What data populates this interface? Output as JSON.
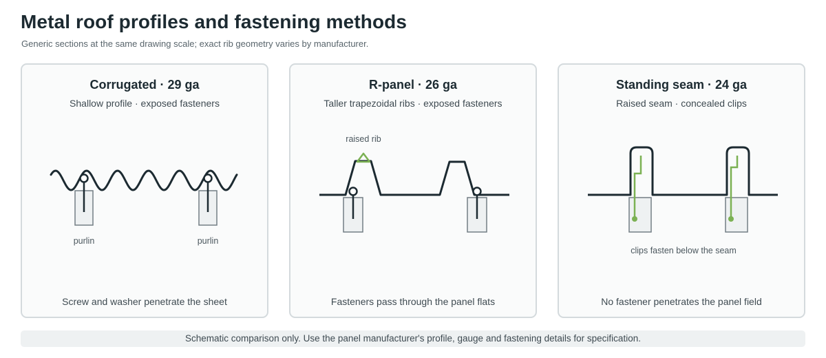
{
  "title": "Metal roof profiles and fastening methods",
  "subtitle": "Generic sections at the same drawing scale; exact rib geometry varies by manufacturer.",
  "colors": {
    "line": "#1c2a31",
    "accent": "#7bb153",
    "purlin_fill": "#eef1f2",
    "purlin_stroke": "#737e84"
  },
  "cards": [
    {
      "title": "Corrugated · 29 ga",
      "subtitle": "Shallow profile · exposed fasteners",
      "labels": {
        "purlin_left": "purlin",
        "purlin_right": "purlin"
      },
      "footer": "Screw and washer penetrate the sheet"
    },
    {
      "title": "R-panel · 26 ga",
      "subtitle": "Taller trapezoidal ribs · exposed fasteners",
      "labels": {
        "rib": "raised rib"
      },
      "footer": "Fasteners pass through the panel flats"
    },
    {
      "title": "Standing seam · 24 ga",
      "subtitle": "Raised seam · concealed clips",
      "labels": {
        "clips": "clips fasten below the seam"
      },
      "footer": "No fastener penetrates the panel field"
    }
  ],
  "note": "Schematic comparison only. Use the panel manufacturer's profile, gauge and fastening details for specification."
}
